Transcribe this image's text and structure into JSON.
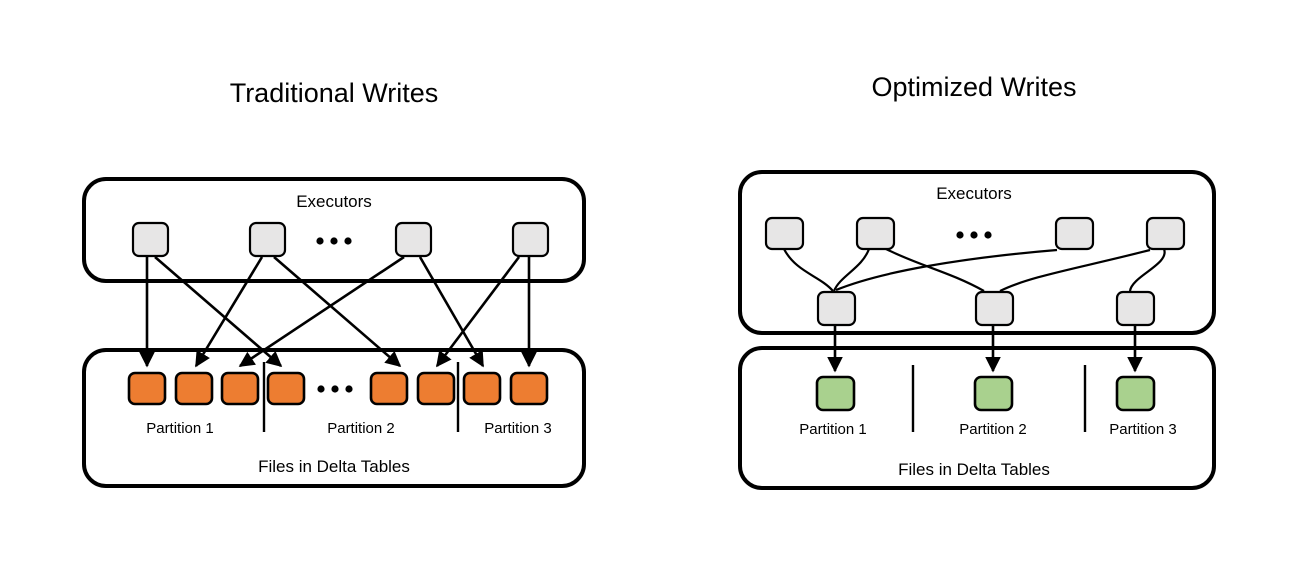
{
  "panels": [
    {
      "id": "traditional",
      "title": "Traditional Writes",
      "executors_label": "Executors",
      "files_label": "Files in Delta Tables",
      "ellipsis": "•••",
      "partitions": [
        {
          "label": "Partition 1"
        },
        {
          "label": "Partition 2"
        },
        {
          "label": "Partition 3"
        }
      ],
      "file_node_color": "#ED7D31",
      "executor_node_color": "#E7E6E6",
      "executor_count": 4,
      "file_node_count": 8
    },
    {
      "id": "optimized",
      "title": "Optimized Writes",
      "executors_label": "Executors",
      "files_label": "Files in Delta Tables",
      "ellipsis": "•••",
      "partitions": [
        {
          "label": "Partition 1"
        },
        {
          "label": "Partition 2"
        },
        {
          "label": "Partition 3"
        }
      ],
      "file_node_color": "#A9D18E",
      "executor_node_color": "#E7E6E6",
      "executor_count": 4,
      "shuffle_node_count": 3,
      "file_node_count": 3
    }
  ],
  "colors": {
    "background": "#FFFFFF",
    "stroke": "#000000",
    "orange": "#ED7D31",
    "green": "#A9D18E",
    "gray": "#E7E6E6"
  }
}
